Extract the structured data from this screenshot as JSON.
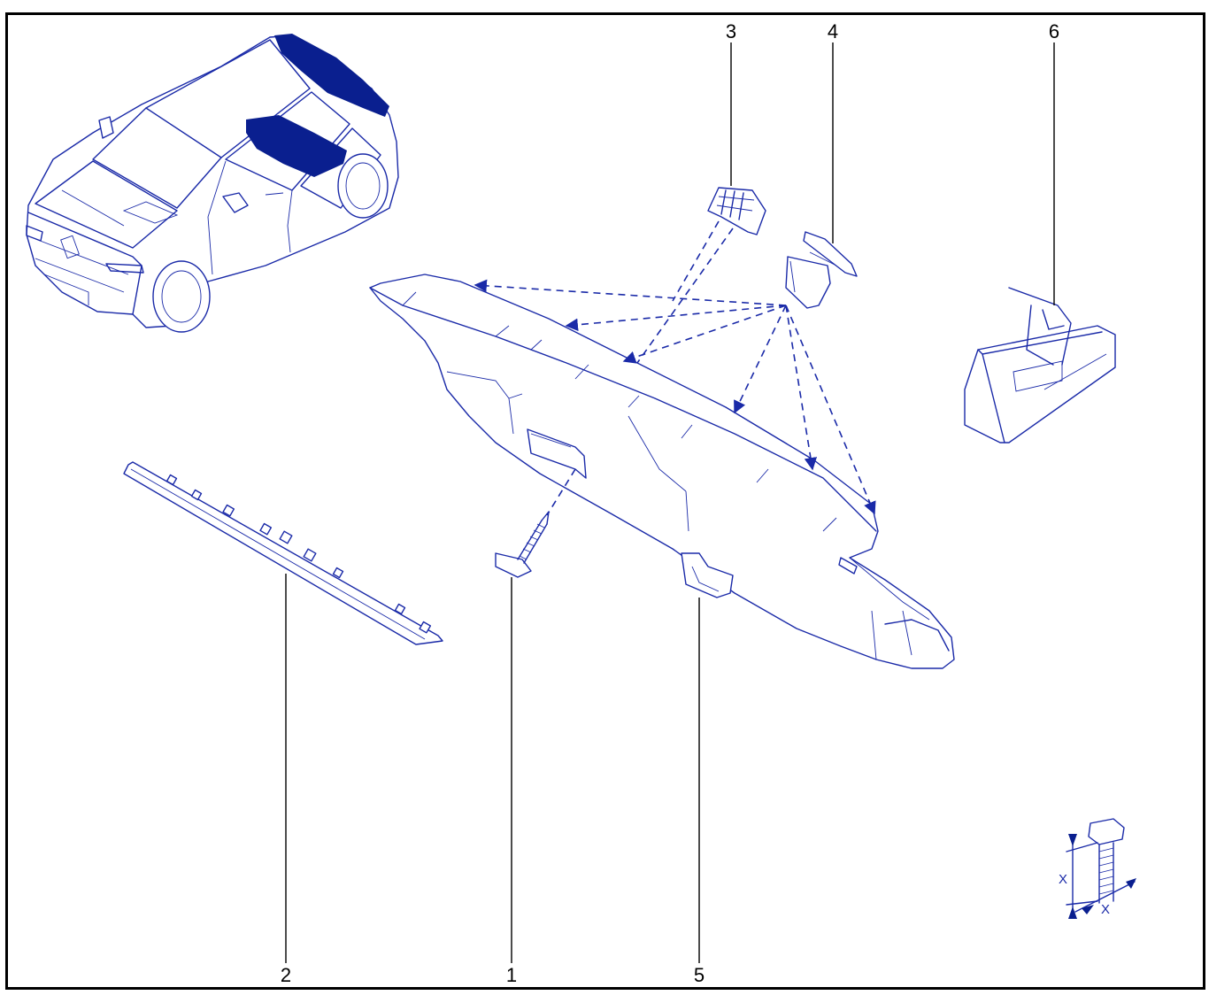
{
  "callouts": {
    "c1": "1",
    "c2": "2",
    "c3": "3",
    "c4": "4",
    "c5": "5",
    "c6": "6"
  },
  "torque_symbol": {
    "label_x1": "X",
    "label_x2": "X"
  },
  "colors": {
    "line": "#1a2aa8",
    "highlight": "#0a1f8f",
    "frame": "#000000"
  }
}
